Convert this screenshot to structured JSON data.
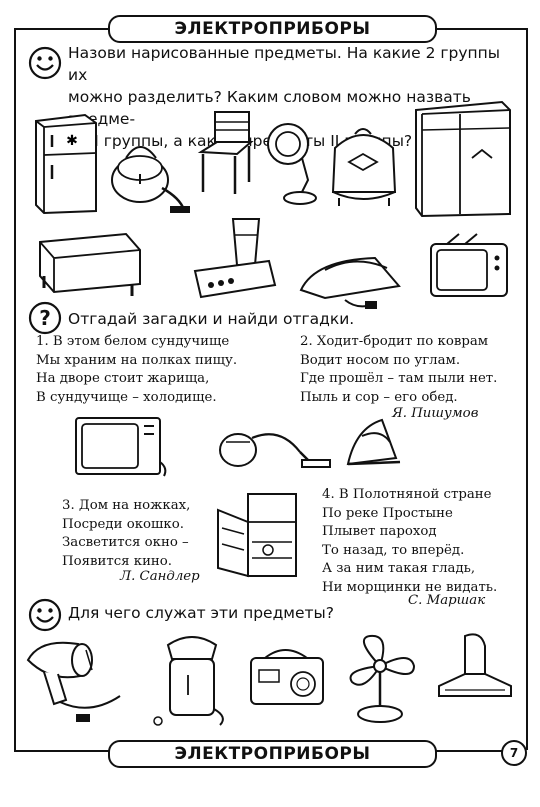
{
  "header": {
    "title": "ЭЛЕКТРОПРИБОРЫ"
  },
  "task1": {
    "lines": [
      "Назови нарисованные предметы. На какие 2 группы их",
      "можно разделить? Каким словом можно назвать предме-",
      "ты I группы, а каким предметы II группы?"
    ]
  },
  "task2": {
    "text": "Отгадай загадки и найди отгадки."
  },
  "riddles": [
    {
      "lines": [
        "1. В этом белом сундучище",
        "Мы храним на полках пищу.",
        "На дворе стоит жарища,",
        "В сундучище – холодище."
      ]
    },
    {
      "lines": [
        "2. Ходит-бродит по коврам",
        "Водит носом по углам.",
        "Где прошёл – там пыли нет.",
        "Пыль и сор – его обед."
      ],
      "author": "Я. Пишумов"
    },
    {
      "lines": [
        "3. Дом на ножках,",
        "Посреди окошко.",
        "Засветится окно –",
        "Появится кино."
      ],
      "author": "Л. Сандлер"
    },
    {
      "lines": [
        "4. В Полотняной стране",
        "По реке Простыне",
        "Плывет пароход",
        "То назад, то вперёд.",
        "А за ним такая гладь,",
        "Ни морщинки не видать."
      ],
      "author": "С. Маршак"
    }
  ],
  "task3": {
    "text": "Для чего служат эти предметы?"
  },
  "footer": {
    "title": "ЭЛЕКТРОПРИБОРЫ",
    "page_number": "7"
  },
  "icons": {
    "task1": "smiley-icon",
    "task2": "question-mark-icon",
    "task3": "smiley-icon"
  }
}
